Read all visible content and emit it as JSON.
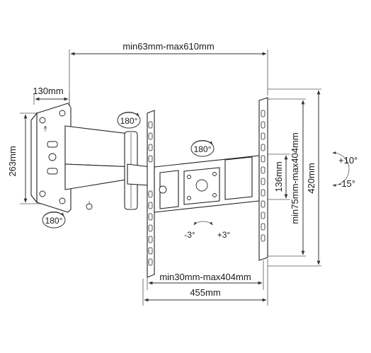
{
  "dimensions": {
    "extension": "min63mm-max610mm",
    "wall_plate_depth": "130mm",
    "wall_plate_height": "263mm",
    "vesa_vertical": "min75mm-max404mm",
    "bracket_height": "420mm",
    "arm_plate_height": "136mm",
    "vesa_horizontal": "min30mm-max404mm",
    "bracket_width": "455mm"
  },
  "rotations": {
    "swivel_arm": "180°",
    "swivel_head": "180°",
    "swivel_wall": "180°",
    "tilt_up": "+10°",
    "tilt_down": "-15°",
    "level_minus": "-3°",
    "level_plus": "+3°"
  }
}
